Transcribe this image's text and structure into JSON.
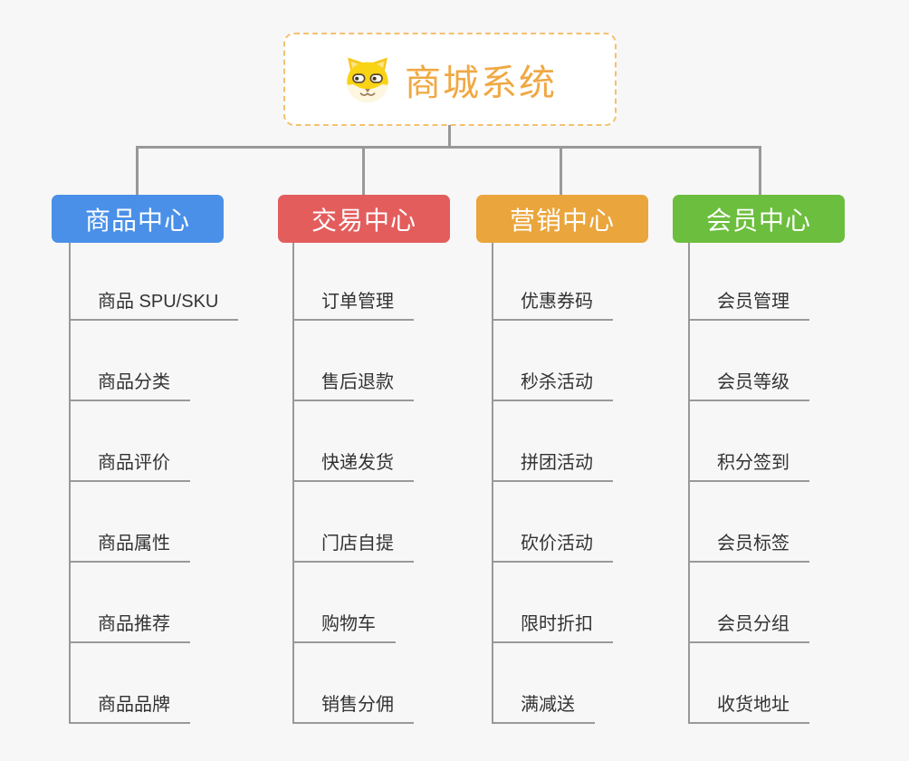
{
  "root": {
    "title": "商城系统",
    "icon": "dog-face-icon"
  },
  "branches": [
    {
      "label": "商品中心",
      "color": "#4a90e8",
      "children": [
        "商品 SPU/SKU",
        "商品分类",
        "商品评价",
        "商品属性",
        "商品推荐",
        "商品品牌"
      ]
    },
    {
      "label": "交易中心",
      "color": "#e35d5d",
      "children": [
        "订单管理",
        "售后退款",
        "快递发货",
        "门店自提",
        "购物车",
        "销售分佣"
      ]
    },
    {
      "label": "营销中心",
      "color": "#eaa53c",
      "children": [
        "优惠券码",
        "秒杀活动",
        "拼团活动",
        "砍价活动",
        "限时折扣",
        "满减送"
      ]
    },
    {
      "label": "会员中心",
      "color": "#6cbe3e",
      "children": [
        "会员管理",
        "会员等级",
        "积分签到",
        "会员标签",
        "会员分组",
        "收货地址"
      ]
    }
  ],
  "colors": {
    "background": "#f7f7f7",
    "connector": "#999999",
    "root_border": "#f3c170",
    "root_text": "#f0a843",
    "leaf_text": "#333333",
    "node_text": "#ffffff"
  }
}
